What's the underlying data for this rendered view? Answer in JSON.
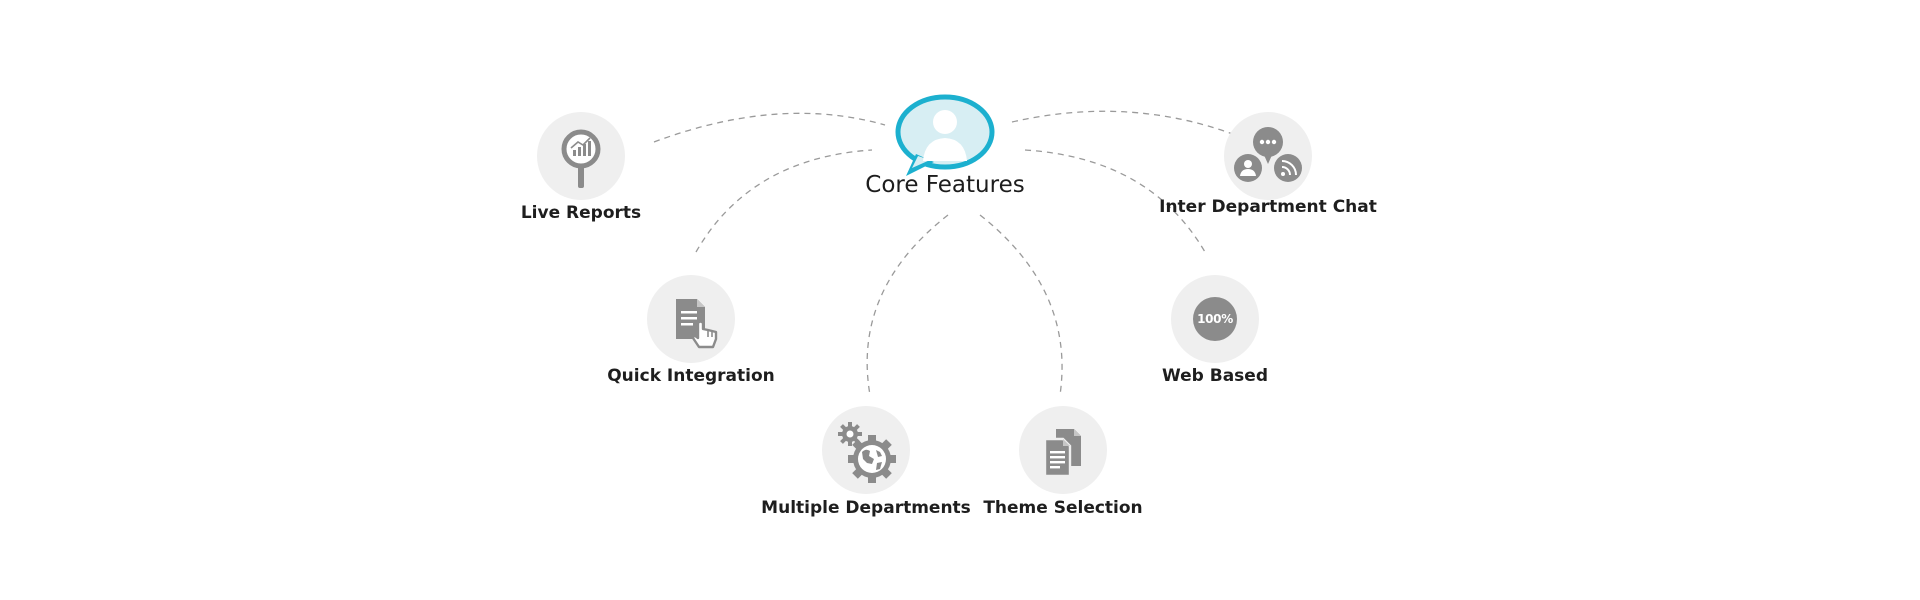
{
  "diagram": {
    "center": {
      "title": "Core Features",
      "icon": "user-chat-bubble-icon"
    },
    "accent_color": "#1cb0cf",
    "node_color": "#efefef",
    "icon_color": "#8b8b8b",
    "connector": "dashed",
    "features": [
      {
        "label": "Live Reports",
        "icon": "magnifier-chart-icon"
      },
      {
        "label": "Inter Department Chat",
        "icon": "chat-bubbles-icon"
      },
      {
        "label": "Quick Integration",
        "icon": "document-hand-icon"
      },
      {
        "label": "Web Based",
        "icon": "percent-badge-icon",
        "badge": "100%"
      },
      {
        "label": "Multiple Departments",
        "icon": "gear-globe-icon"
      },
      {
        "label": "Theme Selection",
        "icon": "documents-icon"
      }
    ]
  }
}
